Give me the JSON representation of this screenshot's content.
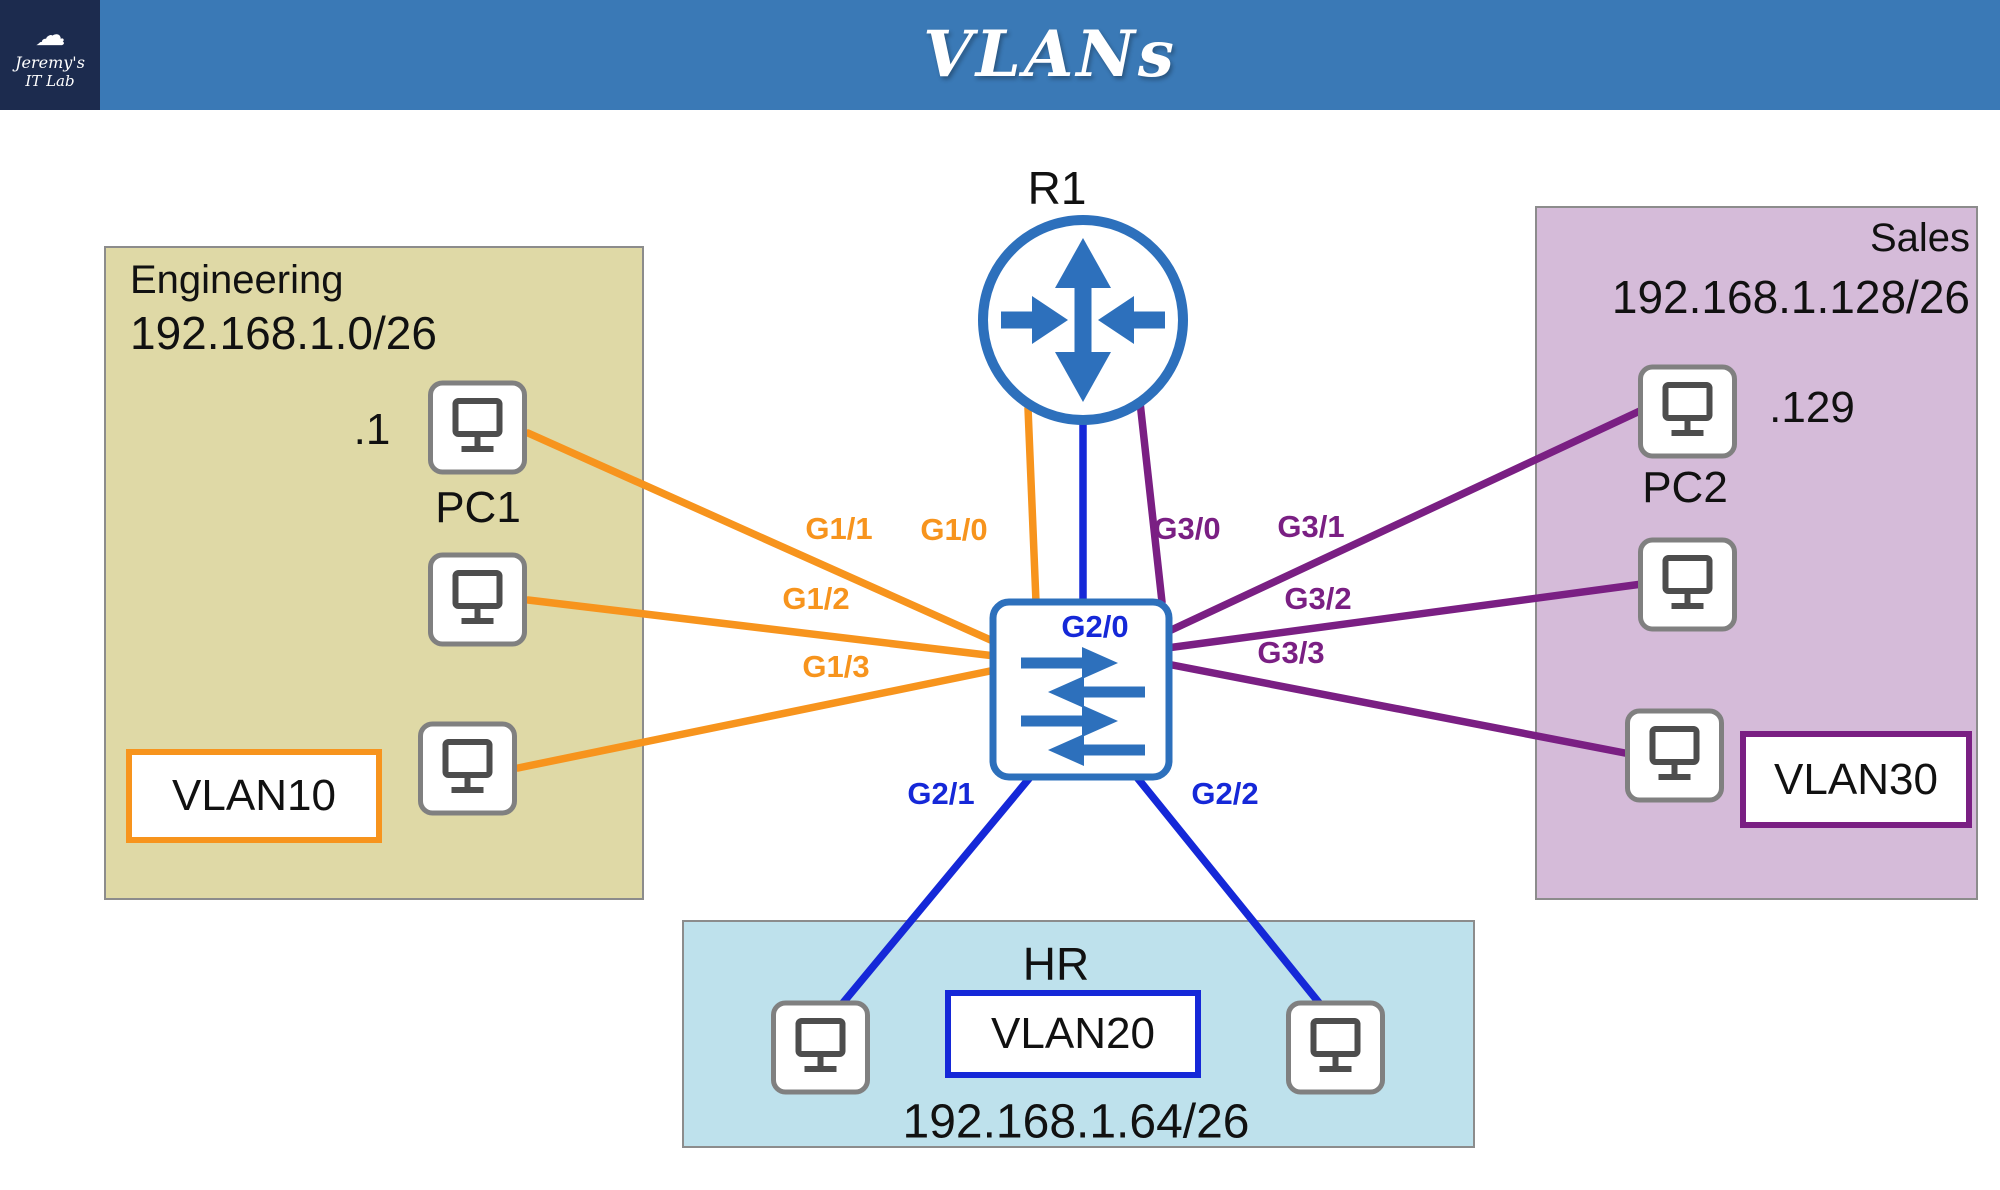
{
  "header": {
    "title": "VLANs",
    "logo": {
      "cloud_glyph": "☁",
      "line1": "Jeremy's",
      "line2": "IT Lab"
    }
  },
  "router": {
    "label": "R1"
  },
  "ports": {
    "g1_0": "G1/0",
    "g1_1": "G1/1",
    "g1_2": "G1/2",
    "g1_3": "G1/3",
    "g2_0": "G2/0",
    "g2_1": "G2/1",
    "g2_2": "G2/2",
    "g3_0": "G3/0",
    "g3_1": "G3/1",
    "g3_2": "G3/2",
    "g3_3": "G3/3"
  },
  "groups": {
    "engineering": {
      "name": "Engineering",
      "subnet": "192.168.1.0/26",
      "pc1_ip": ".1",
      "pc1_name": "PC1",
      "vlan": "VLAN10"
    },
    "sales": {
      "name": "Sales",
      "subnet": "192.168.1.128/26",
      "pc2_ip": ".129",
      "pc2_name": "PC2",
      "vlan": "VLAN30"
    },
    "hr": {
      "name": "HR",
      "subnet": "192.168.1.64/26",
      "vlan": "VLAN20"
    }
  },
  "colors": {
    "orange": "#F7941D",
    "link-blue": "#1528D8",
    "purple": "#7A1F83",
    "device-blue": "#2D70BC",
    "header-blue": "#3A79B6",
    "logo-navy": "#1C2B4E",
    "engineering-bg": "#DFD9A6",
    "sales-bg": "#D5BBD9",
    "hr-bg": "#BEE1EC"
  }
}
